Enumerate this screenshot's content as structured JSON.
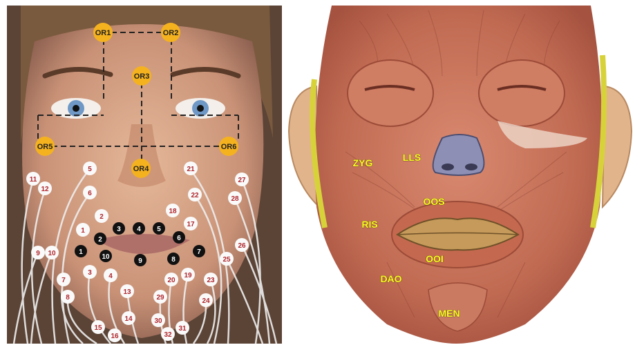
{
  "left_panel": {
    "orbital_markers": [
      "OR1",
      "OR2",
      "OR3",
      "OR4",
      "OR5",
      "OR6"
    ],
    "white_electrodes": [
      "1",
      "2",
      "3",
      "4",
      "5",
      "6",
      "7",
      "8",
      "9",
      "10",
      "11",
      "12",
      "13",
      "14",
      "15",
      "16",
      "17",
      "18",
      "19",
      "20",
      "21",
      "22",
      "23",
      "24",
      "25",
      "26",
      "27",
      "28",
      "29",
      "30",
      "31",
      "32"
    ],
    "black_electrodes": [
      "1",
      "2",
      "3",
      "4",
      "5",
      "6",
      "7",
      "8",
      "9",
      "10"
    ]
  },
  "right_panel": {
    "muscle_labels": [
      "ZYG",
      "LLS",
      "OOS",
      "RIS",
      "OOI",
      "DAO",
      "MEN"
    ]
  },
  "colors": {
    "or_marker": "#f5b21f",
    "label_yellow": "#ffff22",
    "electrode_label": "#b0262c",
    "muscle": "#c7715a"
  }
}
